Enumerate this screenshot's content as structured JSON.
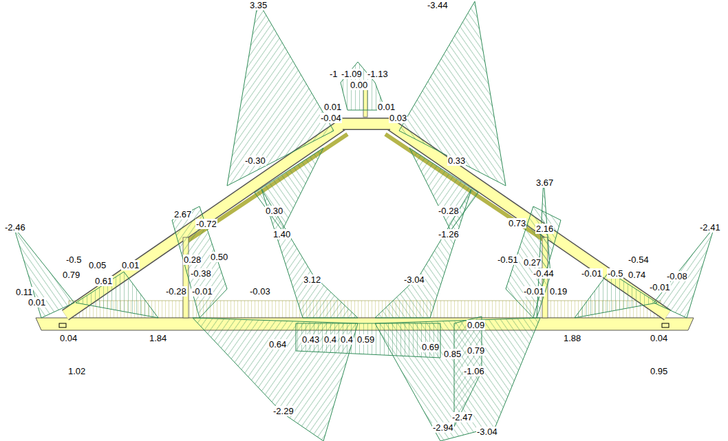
{
  "diagram": {
    "labels": [
      "3.35",
      "-3.44",
      "-1",
      "-1.09",
      "-1.13",
      "0.00",
      "0.01",
      "0.01",
      "-0.04",
      "0.03",
      "-0.30",
      "0.33",
      "3.67",
      "-2.46",
      "-2.41",
      "2.67",
      "-0.72",
      "0.30",
      "1.40",
      "-0.28",
      "-1.26",
      "0.73",
      "2.16",
      "-0.5",
      "0.05",
      "0.01",
      "0.79",
      "0.61",
      "0.28",
      "0.50",
      "-0.38",
      "-0.28",
      "-0.01",
      "-0.03",
      "3.12",
      "-3.04",
      "-0.51",
      "0.27",
      "-0.44",
      "-0.01",
      "0.19",
      "-0.01",
      "-0.5",
      "-0.54",
      "0.74",
      "-0.08",
      "-0.01",
      "0.11",
      "0.01",
      "0.04",
      "1.84",
      "1.88",
      "0.04",
      "0.09",
      "0.79",
      "-1.06",
      "0.64",
      "0.43",
      "0.4",
      "0.4",
      "0.59",
      "0.69",
      "0.85",
      "1.02",
      "0.95",
      "-2.29",
      "-2.47",
      "-2.94",
      "-3.04"
    ]
  }
}
